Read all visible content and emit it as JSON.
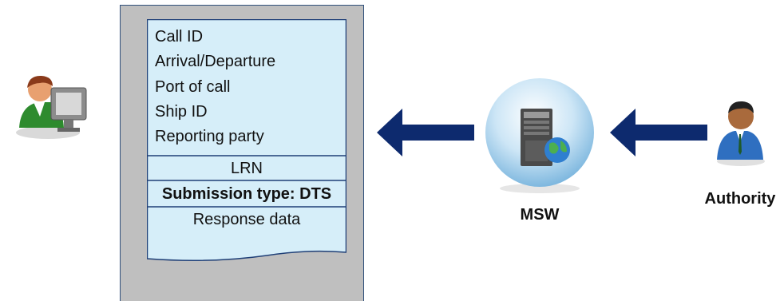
{
  "document": {
    "fields": [
      "Call ID",
      "Arrival/Departure",
      "Port of call",
      "Ship ID",
      "Reporting party"
    ],
    "lrn": "LRN",
    "submission_type": "Submission type: DTS",
    "response_data": "Response data"
  },
  "nodes": {
    "msw_label": "MSW",
    "authority_label": "Authority"
  },
  "icons": {
    "left_user": "user-at-computer-icon",
    "msw": "server-globe-icon",
    "authority": "businessman-icon",
    "arrows": "arrow-left-icon"
  },
  "colors": {
    "arrow": "#0d2a6e",
    "card_fill": "#d6eef9",
    "card_border": "#1f3f77",
    "panel_fill": "#bfbfbf",
    "globe_fill": "#cde6f6"
  }
}
